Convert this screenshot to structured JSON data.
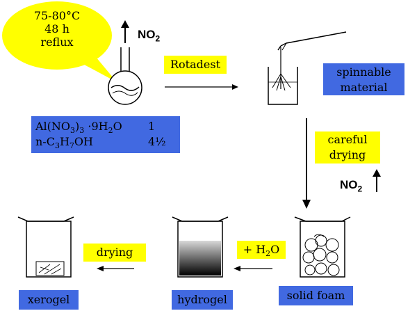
{
  "bubble": {
    "line1": "75-80°C",
    "line2": "48 h",
    "line3": "reflux"
  },
  "no2_top": {
    "main": "NO",
    "sub": "2"
  },
  "rotadest": "Rotadest",
  "spinnable": {
    "line1": "spinnable",
    "line2": "material"
  },
  "reagents": {
    "row1": {
      "pre": "Al(NO",
      "sub1": "3",
      "mid": ")",
      "sub2": "3",
      "post": " ·9H",
      "sub3": "2",
      "end": "O",
      "ratio": "1"
    },
    "row2": {
      "pre": "n-C",
      "sub1": "3",
      "mid": "H",
      "sub2": "7",
      "post": "OH",
      "ratio": "4½"
    }
  },
  "careful": {
    "line1": "careful",
    "line2": "drying"
  },
  "no2_right": {
    "main": "NO",
    "sub": "2"
  },
  "drying": "drying",
  "add_water": {
    "pre": "+ H",
    "sub": "2",
    "post": "O"
  },
  "labels": {
    "xerogel": "xerogel",
    "hydrogel": "hydrogel",
    "solid_foam": "solid foam"
  },
  "colors": {
    "yellow": "#ffff00",
    "blue": "#4169e1"
  }
}
